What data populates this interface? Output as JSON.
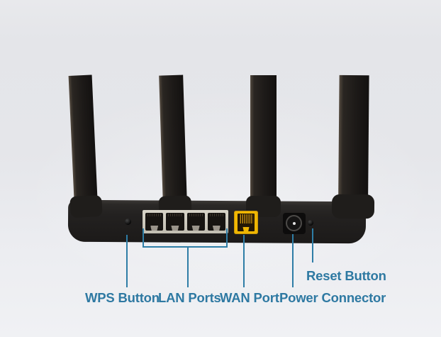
{
  "annotations": {
    "wps": "WPS Button",
    "lan": "LAN Ports",
    "wan": "WAN Port",
    "power": "Power Connector",
    "reset": "Reset Button"
  },
  "device": {
    "antenna_count": 4,
    "lan_port_count": 4
  },
  "colors": {
    "annotation_line": "#2e7da6",
    "label_text": "#2e79a2",
    "wan_port_yellow": "#f0b702",
    "router_body": "#232120",
    "background_top": "#e4e5e9",
    "background_bottom": "#f0f1f4"
  }
}
